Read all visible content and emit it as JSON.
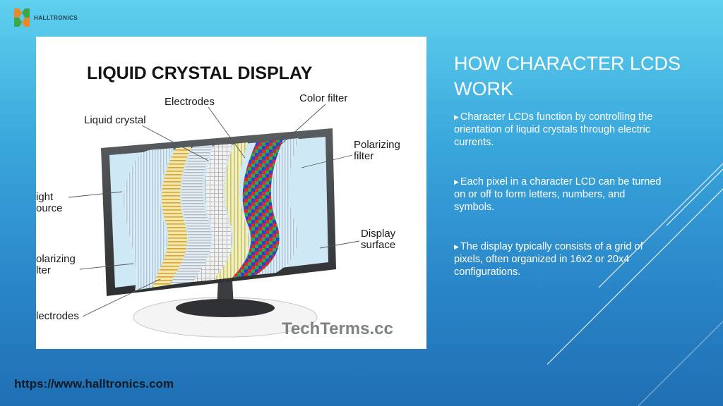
{
  "brand": {
    "name": "HALLTRONICS",
    "logo_icon": "halltronics-logo-icon"
  },
  "figure": {
    "heading": "LIQUID CRYSTAL DISPLAY",
    "labels": {
      "electrodes_top": "Electrodes",
      "color_filter": "Color filter",
      "liquid_crystal": "Liquid crystal",
      "polarizing_filter_right": "Polarizing filter",
      "light_source": "ight ource",
      "light_source_l1": "ight",
      "light_source_l2": "ource",
      "display_surface_l1": "Display",
      "display_surface_l2": "surface",
      "polarizing_filter_left_l1": "olarizing",
      "polarizing_filter_left_l2": "lter",
      "polarizing_right_l1": "Polarizing",
      "polarizing_right_l2": "filter",
      "electrodes_bottom": "lectrodes"
    },
    "watermark": "TechTerms.cc"
  },
  "slide": {
    "title": "HOW CHARACTER LCDS WORK",
    "bullets": [
      "Character LCDs function by controlling the orientation of liquid crystals through electric currents.",
      "Each pixel in a character LCD can be turned on or off to form letters, numbers, and symbols.",
      "The display typically consists of a grid of pixels, often organized in 16x2 or 20x4 configurations."
    ],
    "bullet_icon": "triangle-right-icon"
  },
  "footer": {
    "url": "https://www.halltronics.com"
  },
  "colors": {
    "bg_top": "#5fd0ee",
    "bg_bottom": "#1f6fb3",
    "text": "#ffffff"
  }
}
